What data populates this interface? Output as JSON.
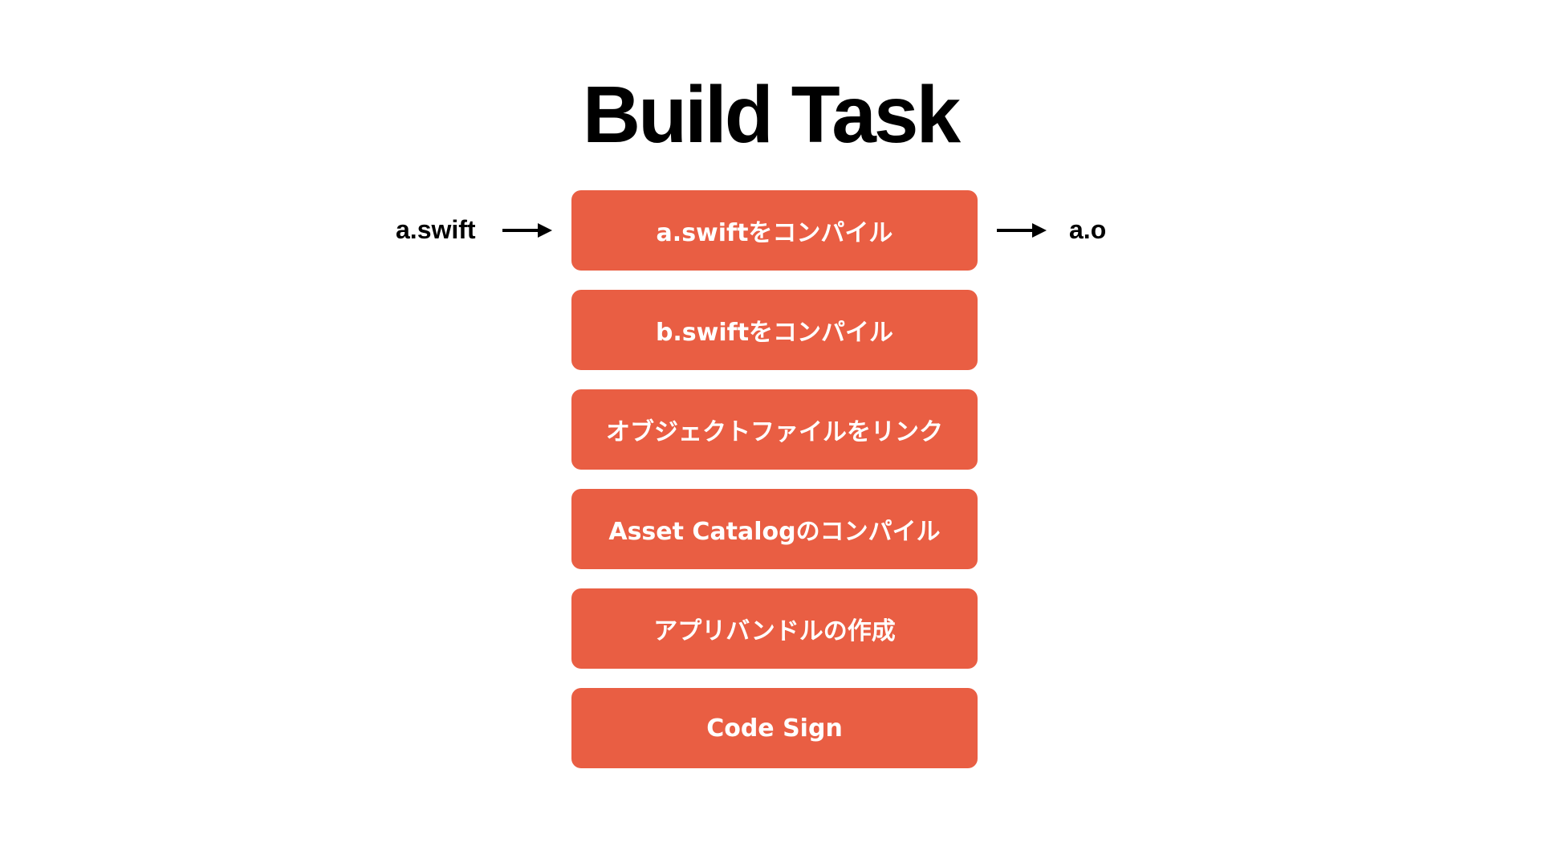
{
  "slide": {
    "title": "Build Task",
    "accent_color": "#E95E43",
    "input_label": "a.swift",
    "output_label": "a.o",
    "tasks": [
      "a.swiftをコンパイル",
      "b.swiftをコンパイル",
      "オブジェクトファイルをリンク",
      "Asset Catalogのコンパイル",
      "アプリバンドルの作成",
      "Code Sign"
    ],
    "arrow_icons": [
      "arrow-right-icon",
      "arrow-right-icon"
    ]
  }
}
